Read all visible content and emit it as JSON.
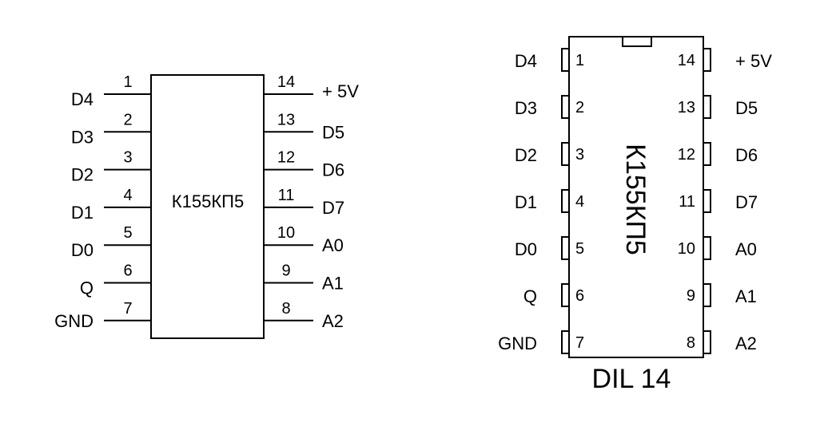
{
  "colors": {
    "line": "#000000",
    "background": "#ffffff"
  },
  "schematic": {
    "chip_label": "К155КП5",
    "left_pins": [
      {
        "num": "1",
        "label": "D4"
      },
      {
        "num": "2",
        "label": "D3"
      },
      {
        "num": "3",
        "label": "D2"
      },
      {
        "num": "4",
        "label": "D1"
      },
      {
        "num": "5",
        "label": "D0"
      },
      {
        "num": "6",
        "label": "Q"
      },
      {
        "num": "7",
        "label": "GND"
      }
    ],
    "right_pins": [
      {
        "num": "14",
        "label": "+ 5V"
      },
      {
        "num": "13",
        "label": "D5"
      },
      {
        "num": "12",
        "label": "D6"
      },
      {
        "num": "11",
        "label": "D7"
      },
      {
        "num": "10",
        "label": "A0"
      },
      {
        "num": "9",
        "label": "A1"
      },
      {
        "num": "8",
        "label": "A2"
      }
    ]
  },
  "package": {
    "chip_label": "К155КП5",
    "package_label": "DIL 14",
    "left_pins": [
      {
        "num": "1",
        "label": "D4"
      },
      {
        "num": "2",
        "label": "D3"
      },
      {
        "num": "3",
        "label": "D2"
      },
      {
        "num": "4",
        "label": "D1"
      },
      {
        "num": "5",
        "label": "D0"
      },
      {
        "num": "6",
        "label": "Q"
      },
      {
        "num": "7",
        "label": "GND"
      }
    ],
    "right_pins": [
      {
        "num": "14",
        "label": "+ 5V"
      },
      {
        "num": "13",
        "label": "D5"
      },
      {
        "num": "12",
        "label": "D6"
      },
      {
        "num": "11",
        "label": "D7"
      },
      {
        "num": "10",
        "label": "A0"
      },
      {
        "num": "9",
        "label": "A1"
      },
      {
        "num": "8",
        "label": "A2"
      }
    ]
  }
}
